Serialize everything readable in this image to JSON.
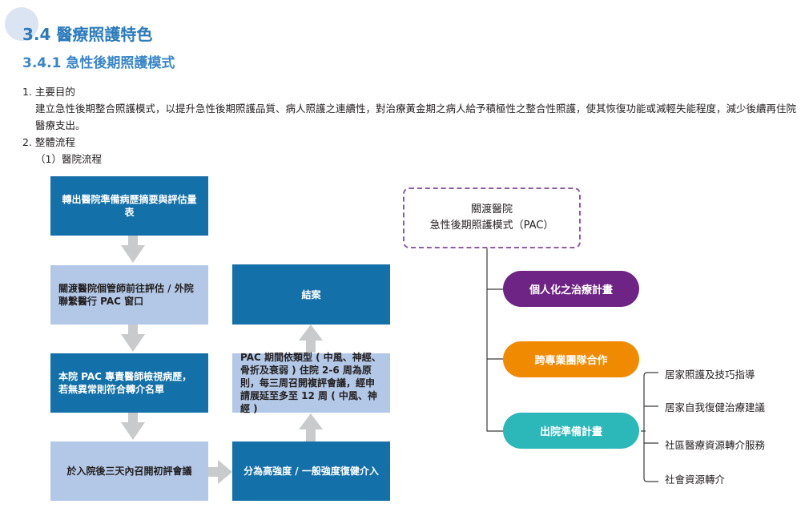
{
  "section": {
    "title": "3.4 醫療照護特色"
  },
  "subsection": {
    "title": "3.4.1 急性後期照護模式"
  },
  "items": {
    "item1_label": "1. 主要目的",
    "item1_body": "建立急性後期整合照護模式，以提升急性後期照護品質、病人照護之連續性，對治療黃金期之病人給予積極性之整合性照護，使其恢復功能或減輕失能程度，減少後續再住院醫療支出。",
    "item2_label": "2. 整體流程",
    "item2_sub": "（1）醫院流程"
  },
  "flow": {
    "step1": "轉出醫院準備病歷摘要與評估量表",
    "step2": "關渡醫院個管師前往評估 / 外院聯繫醫行 PAC 窗口",
    "step3": "本院 PAC 專責醫師檢視病歷，若無異常則符合轉介名單",
    "step4": "於入院後三天內召開初評會議",
    "step5": "分為高強度 / 一般強度復健介入",
    "step6": "PAC 期間依類型 ( 中風、神經、骨折及衰弱 ) 住院 2-6 周為原則，每三周召開複評會議，經申請展延至多至 12 周 ( 中風、神經 )",
    "step7": "結案"
  },
  "tree": {
    "root_line1": "關渡醫院",
    "root_line2": "急性後期照護模式（PAC）",
    "branch1": "個人化之治療計畫",
    "branch2": "跨專業團隊合作",
    "branch3": "出院準備計畫",
    "leaves": [
      "居家照護及技巧指導",
      "居家自我復健治療建議",
      "社區醫療資源轉介服務",
      "社會資源轉介"
    ]
  },
  "colors": {
    "heading": "#2b7bbd",
    "dark_box": "#1470a8",
    "light_box": "#b3c8e6",
    "arrow": "#c8cacc",
    "purple": "#6e2484",
    "orange": "#f08a00",
    "teal": "#2cb7b9"
  }
}
